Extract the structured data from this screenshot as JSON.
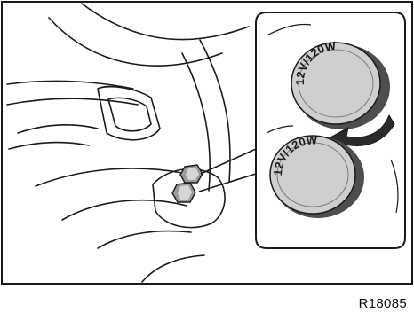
{
  "figure": {
    "reference_code": "R18085",
    "socket_label_top": "12V/120W",
    "socket_label_bottom": "12V/120W",
    "colors": {
      "line": "#1a1a1a",
      "socket_face": "#cfcfcf",
      "socket_shadow": "#5a5a5a",
      "background": "#ffffff"
    },
    "icons": [
      "power-outlet-icon",
      "power-outlet-icon",
      "rotation-arrow-icon"
    ]
  }
}
